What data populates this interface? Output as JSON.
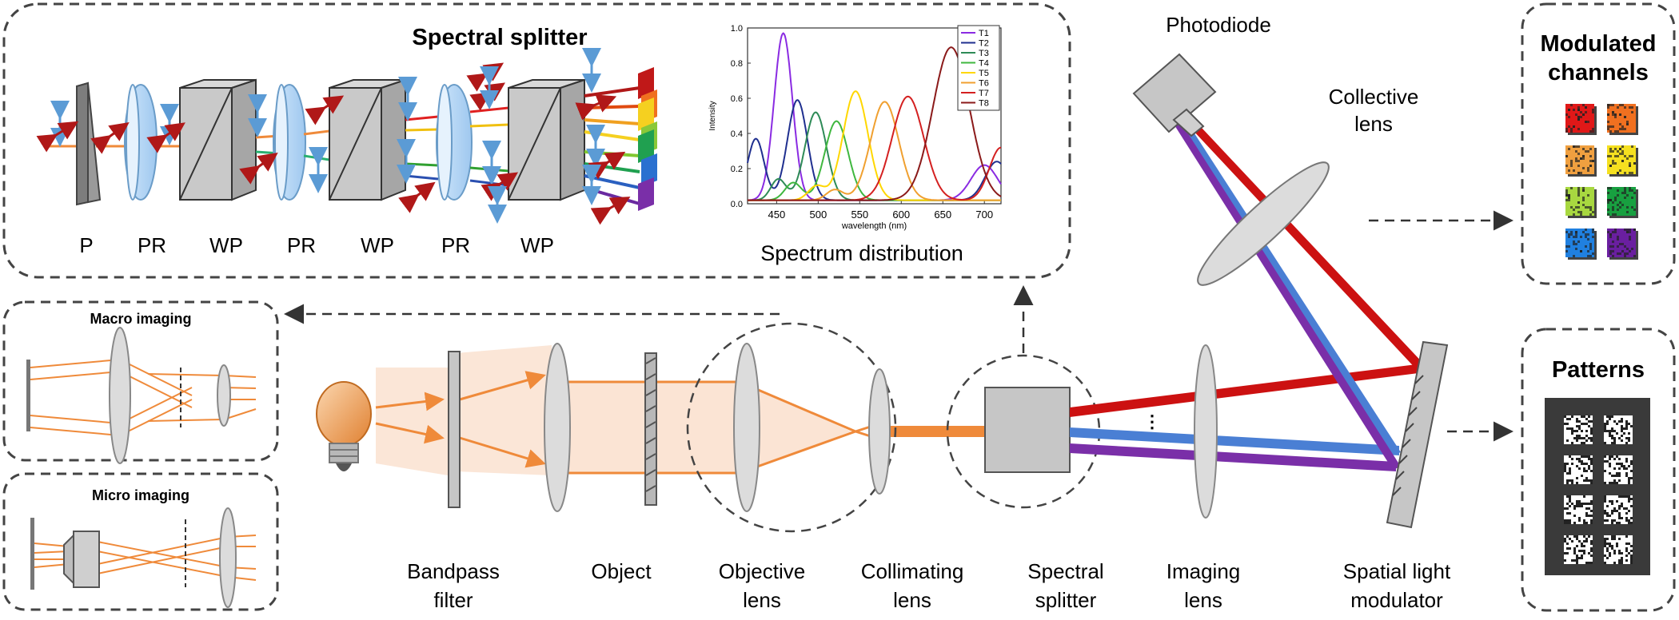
{
  "splitter_panel": {
    "title": "Spectral splitter",
    "element_labels": [
      "P",
      "PR",
      "WP",
      "PR",
      "WP",
      "PR",
      "WP"
    ],
    "spectrum_caption": "Spectrum distribution"
  },
  "spectrum_chart": {
    "ylabel": "Intensity",
    "xlabel": "wavelength (nm)",
    "xticks": [
      "450",
      "500",
      "550",
      "600",
      "650",
      "700"
    ],
    "yticks": [
      "0.0",
      "0.2",
      "0.4",
      "0.6",
      "0.8",
      "1.0"
    ],
    "legend": [
      "T1",
      "T2",
      "T3",
      "T4",
      "T5",
      "T6",
      "T7",
      "T8"
    ]
  },
  "chart_data": {
    "type": "line",
    "xlabel": "wavelength (nm)",
    "ylabel": "Intensity",
    "xlim": [
      415,
      720
    ],
    "ylim": [
      0,
      1.0
    ],
    "legend_position": "top-right",
    "series": [
      {
        "name": "T1",
        "color": "#8a2be2",
        "peaks": [
          [
            458,
            0.95,
            11
          ],
          [
            700,
            0.2,
            16
          ]
        ]
      },
      {
        "name": "T2",
        "color": "#1f2f8f",
        "peaks": [
          [
            475,
            0.57,
            12
          ],
          [
            425,
            0.35,
            10
          ],
          [
            715,
            0.22,
            14
          ]
        ]
      },
      {
        "name": "T3",
        "color": "#2e8b57",
        "peaks": [
          [
            497,
            0.5,
            13
          ],
          [
            452,
            0.12,
            9
          ]
        ]
      },
      {
        "name": "T4",
        "color": "#3fb73f",
        "peaks": [
          [
            522,
            0.45,
            14
          ],
          [
            470,
            0.1,
            10
          ]
        ]
      },
      {
        "name": "T5",
        "color": "#ffd700",
        "peaks": [
          [
            545,
            0.62,
            15
          ],
          [
            498,
            0.08,
            10
          ]
        ]
      },
      {
        "name": "T6",
        "color": "#f0a030",
        "peaks": [
          [
            580,
            0.56,
            17
          ],
          [
            520,
            0.06,
            10
          ]
        ]
      },
      {
        "name": "T7",
        "color": "#d42020",
        "peaks": [
          [
            608,
            0.59,
            19
          ],
          [
            720,
            0.3,
            14
          ]
        ]
      },
      {
        "name": "T8",
        "color": "#8b1a1a",
        "peaks": [
          [
            660,
            0.87,
            22
          ]
        ]
      }
    ]
  },
  "macro_panel": {
    "title": "Macro imaging"
  },
  "micro_panel": {
    "title": "Micro imaging"
  },
  "photodiode_label": "Photodiode",
  "collective_lens_label": [
    "Collective",
    "lens"
  ],
  "modulated_panel": {
    "title_lines": [
      "Modulated",
      "channels"
    ],
    "channel_colors": [
      "#e01818",
      "#f07020",
      "#f0a040",
      "#f5e020",
      "#a8d840",
      "#18a040",
      "#2080e0",
      "#6a1fa0"
    ]
  },
  "patterns_panel": {
    "title": "Patterns"
  },
  "bottom_labels": [
    [
      "Bandpass",
      "filter"
    ],
    [
      "Object"
    ],
    [
      "Objective",
      "lens"
    ],
    [
      "Collimating",
      "lens"
    ],
    [
      "Spectral",
      "splitter"
    ],
    [
      "Imaging",
      "lens"
    ],
    [
      "Spatial light",
      "modulator"
    ]
  ],
  "colors": {
    "beam_orange": "#ef8a3a",
    "beam_red": "#cc1111",
    "beam_blue": "#4a7fd4",
    "beam_purple": "#7a2fa8",
    "lens_fill": "#dcdcdc",
    "panel_border": "#444444"
  }
}
